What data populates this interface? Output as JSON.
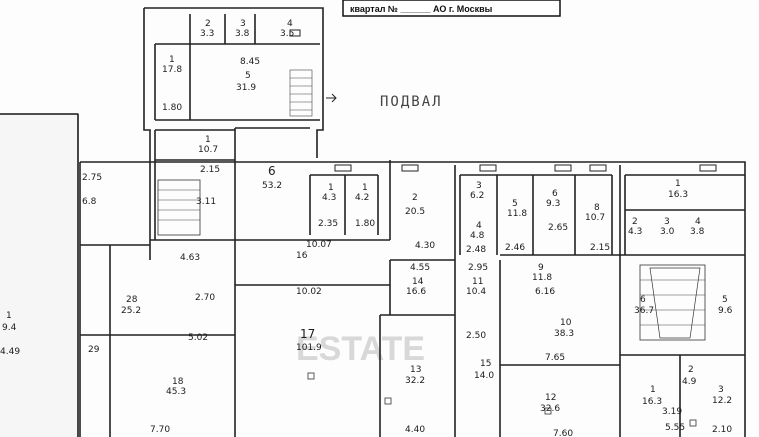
{
  "header": {
    "text": "квартал № ______ АО г. Москвы"
  },
  "title": "ПОДВАЛ",
  "watermark": "ESTATE",
  "rooms": [
    {
      "name": "1",
      "area": "17.8"
    },
    {
      "name": "2",
      "area": "3.3"
    },
    {
      "name": "3",
      "area": "3.8"
    },
    {
      "name": "4",
      "area": "3.5"
    },
    {
      "name": "5",
      "area": "31.9"
    },
    {
      "name": "1",
      "area": "10.7"
    },
    {
      "name": "6",
      "area": "53.2"
    },
    {
      "name": "1",
      "area": "4.3"
    },
    {
      "name": "1",
      "area": "4.2"
    },
    {
      "name": "2",
      "area": "20.5"
    },
    {
      "name": "3",
      "area": "6.2"
    },
    {
      "name": "4",
      "area": "4.8"
    },
    {
      "name": "5",
      "area": "11.8"
    },
    {
      "name": "6",
      "area": "9.3"
    },
    {
      "name": "8",
      "area": "10.7"
    },
    {
      "name": "1",
      "area": "16.3"
    },
    {
      "name": "2",
      "area": "4.3"
    },
    {
      "name": "3",
      "area": "3.0"
    },
    {
      "name": "4",
      "area": "3.8"
    },
    {
      "name": "28",
      "area": "25.2"
    },
    {
      "name": "16",
      "area": ""
    },
    {
      "name": "14",
      "area": "16.6"
    },
    {
      "name": "11",
      "area": "10.4"
    },
    {
      "name": "9",
      "area": "11.8"
    },
    {
      "name": "10",
      "area": "38.3"
    },
    {
      "name": "6",
      "area": "36.7"
    },
    {
      "name": "5",
      "area": "9.6"
    },
    {
      "name": "17",
      "area": "101.9"
    },
    {
      "name": "13",
      "area": "32.2"
    },
    {
      "name": "15",
      "area": "14.0"
    },
    {
      "name": "12",
      "area": "32.6"
    },
    {
      "name": "18",
      "area": "45.3"
    },
    {
      "name": "1",
      "area": "16.3"
    },
    {
      "name": "2",
      "area": "4.9"
    },
    {
      "name": "3",
      "area": "12.2"
    },
    {
      "name": "29",
      "area": ""
    },
    {
      "name": "1",
      "area": "9.4"
    }
  ],
  "dims": [
    "8.45",
    "1.80",
    "2.15",
    "3.11",
    "4.63",
    "2.70",
    "5.02",
    "10.07",
    "10.02",
    "2.35",
    "1.80",
    "4.30",
    "4.55",
    "2.48",
    "2.46",
    "2.15",
    "2.65",
    "7.65",
    "7.70",
    "3.19",
    "5.55",
    "2.10",
    "2.50",
    "4.40",
    "7.60",
    "6.16",
    "2.95",
    "2.75",
    "6.8",
    "4.49"
  ]
}
